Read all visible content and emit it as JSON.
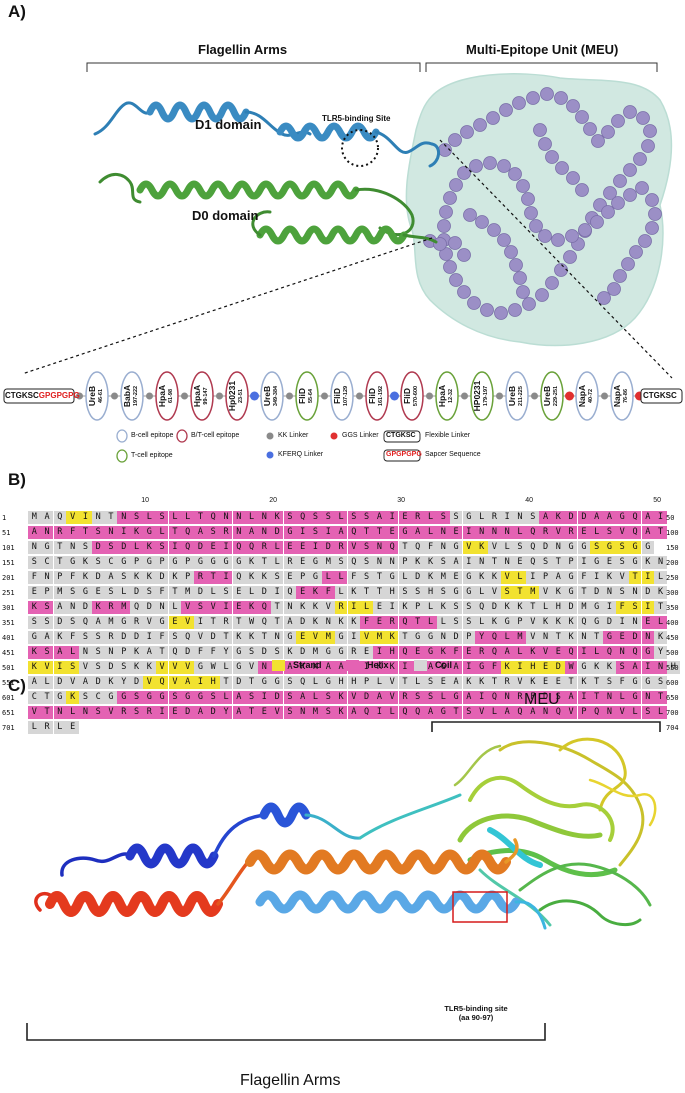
{
  "panels": {
    "a": "A)",
    "b": "B)",
    "c": "C)"
  },
  "panelA": {
    "flagellin_arms": "Flagellin Arms",
    "meu": "Multi-Epitope Unit (MEU)",
    "d1": "D1 domain",
    "d0": "D0 domain",
    "tlr5": "TLR5-binding Site",
    "left_cap": "CTGKSC",
    "left_sp": "GPGPGPG",
    "right_cap": "CTGKSC",
    "epitopes": [
      {
        "name": "UreB",
        "range": "46-61",
        "type": "B"
      },
      {
        "name": "BabA",
        "range": "197-222",
        "type": "B"
      },
      {
        "name": "HpaA",
        "range": "61-98",
        "type": "BT"
      },
      {
        "name": "HpaA",
        "range": "99-147",
        "type": "BT"
      },
      {
        "name": "Hp0231",
        "range": "23-51",
        "type": "BT"
      },
      {
        "name": "UreB",
        "range": "349-384",
        "type": "B"
      },
      {
        "name": "FliD",
        "range": "55-64",
        "type": "T"
      },
      {
        "name": "FliD",
        "range": "107-129",
        "type": "B"
      },
      {
        "name": "FliD",
        "range": "161-192",
        "type": "BT"
      },
      {
        "name": "FliD",
        "range": "570-600",
        "type": "BT"
      },
      {
        "name": "HpaA",
        "range": "12-32",
        "type": "T"
      },
      {
        "name": "HP0231",
        "range": "179-197",
        "type": "T"
      },
      {
        "name": "UreB",
        "range": "211-225",
        "type": "B"
      },
      {
        "name": "UreB",
        "range": "229-251",
        "type": "T"
      },
      {
        "name": "NapA",
        "range": "40-72",
        "type": "B"
      },
      {
        "name": "NapA",
        "range": "76-86",
        "type": "B"
      }
    ],
    "linkers": [
      "KK",
      "KK",
      "KK",
      "KK",
      "KK",
      "KFERQ",
      "KK",
      "KK",
      "KK",
      "KFERQ",
      "KK",
      "KK",
      "KK",
      "KK",
      "GGS",
      "KK",
      "GGS"
    ],
    "legend": {
      "b_cell": "B-cell epitope",
      "bt_cell": "B/T-cell epitope",
      "t_cell": "T-cell epitope",
      "kk": "KK Linker",
      "kferq": "KFERQ Linker",
      "ggs": "GGS Linker",
      "flex_box": "CTGKSC",
      "flex": "Flexible Linker",
      "spacer_box": "GPGPGPG",
      "spacer": "Sapcer Sequence"
    },
    "colors": {
      "b": "#9aaed0",
      "bt": "#b03a50",
      "t": "#6aa23a",
      "kk": "#8a8a8a",
      "kferq": "#4a6fe0",
      "ggs": "#e03030"
    }
  },
  "panelB": {
    "ticks": [
      "10",
      "20",
      "30",
      "40",
      "50"
    ],
    "rows": [
      {
        "start": "1",
        "end": "50",
        "seq": "MAQVINTNSLSLLTQNNLNKSQSSLSSAIERLSSGLRINSAKDDAAGQAI",
        "ss": "CCCEECCHHHHHHHHHHHHHHHHHHHHHHHHHHCCCCCCCHHHHHHHHHH"
      },
      {
        "start": "51",
        "end": "100",
        "seq": "ANRFTSNIKGLTQASRNANDGISIAQTTEGALNEINNNLQRVRELSVQAT",
        "ss": "HHHHHHHHHHHHHHHHHHHHHHHHHHHHHHHHHHHHHHHHHHHHHHHHHH"
      },
      {
        "start": "101",
        "end": "150",
        "seq": "NGTNSDSDLKSIQDEIQQRLEEIDRVSNQTQFNGVKVLSQDNGGSGSGG",
        "ss": "CCCCCHHHHHHHHHHHHHHHHHHHHHHHHCCCCCEECCCCCCCCEEEEC"
      },
      {
        "start": "151",
        "end": "200",
        "seq": "SCTGKSCGPGPGPGGGGKTLREGMSQSNNPKKSAINTNEQSTPIGESGKN",
        "ss": "CCCCCCCCCCCCCCCCCCCCCCCCCCCCCCCCCCCCCCCCCCCCCCCCCC"
      },
      {
        "start": "201",
        "end": "250",
        "seq": "FNPFKDASKKDKPRTIQKKSEPGLLFSTGLDKMEGKKVLIPAGFIKVTIL",
        "ss": "CCCCCCCCCCCCCHHHCCCCCCCHHCCCCCCCCCCCCEECCCCCCCCEEC"
      },
      {
        "start": "251",
        "end": "300",
        "seq": "EPMSGESLDSFTMDLSELDIQEKFLKTTHSSHSGGLVSTMVKGTDNSNDK",
        "ss": "CCCCCCCCCCCCCCCCCCCCCHHHCCCCCCCCCCCCCEEECCCCCCCCCC"
      },
      {
        "start": "301",
        "end": "350",
        "seq": "KSANDKRMQDNLVSVIEKQTNKKVRILEIKPLKSSQDKKTLHDMGIFSIT",
        "ss": "HHCCCHHHCCCCHHHHHHHCCCCCEEECCCCCCCCCCCCCCCCCCCEEEC"
      },
      {
        "start": "351",
        "end": "400",
        "seq": "SSDSQAMGRVGEVITRTWQTADKNKKFERQTLLSSLKGPVKKKQGDINEL",
        "ss": "CCCCCCCCCCCEECCCCCCCCCCCCCHHHHHHCCCCCCCCCCCCCCCCHH"
      },
      {
        "start": "401",
        "end": "450",
        "seq": "GAKFSSRDDIFSQVDTKKTNGEVMGIVMKTGGNDPYQLMVNTKNTGEDNK",
        "ss": "CCCCCCCCCCCCCCCCCCCCCEEECCEEECCCCCCHHHHCCCCCCHHHHC"
      },
      {
        "start": "451",
        "end": "500",
        "seq": "KSALNSNPKATQDFFYGSDSKDMGGREIHQEGKFERQALKVEQILQNQGY",
        "ss": "HHHHCCCCCCCCCCCCCCCCCCCCCCCHHHHHHHHHHHHHHHHHHHHHHCC"
      },
      {
        "start": "501",
        "end": "550",
        "seq": "KVISVSDSKKVVVGWLGVNSAKKAALIKKIEAGAIGFKIHEDWGKKSAINH",
        "ss": "EEEECCCCCCEEECCCCCHHHHHHHHHHHHHHHHHHHEEEEEHCCCHHHH"
      },
      {
        "start": "551",
        "end": "600",
        "seq": "ALDVADKYDVQVAIHTDTGGSQLGHHPLVTLSEAKKTRVKEETKTSFGGS",
        "ss": "CCCCCCCCCEEEEEECCCCCCCCCCCCCCCCCCCCCCCCCCCCCCCCCCCC"
      },
      {
        "start": "601",
        "end": "650",
        "seq": "CTGKSCGGSGGSGGSLASIDSALSKVDAVRSSLGAIQNRFDSAITNLGNT",
        "ss": "CCCECCCHHHHHHHHHHHHHHHHHHHHHHHHHHHHHHHHHHHHHHHHHHH"
      },
      {
        "start": "651",
        "end": "700",
        "seq": "VTNLNSVRSRIEDADYATEVSNMSKAQILQQAGTSVLAQANQVPQNVLSL",
        "ss": "HHHHHHHHHHHHHHHHHHHHHHHHHHHHHHHHHHHHHHHHHHHHHHHHHH"
      },
      {
        "start": "701",
        "end": "704",
        "seq": "LRLE",
        "ss": "CCCC"
      }
    ],
    "legend": {
      "strand": "Strand",
      "helix": "Helix",
      "coil": "Coil"
    },
    "colors": {
      "strand": "#f2e230",
      "helix": "#e462b3",
      "coil": "#d6d6d6"
    }
  },
  "panelC": {
    "meu": "MEU",
    "tlr5_1": "TLR5-binding site",
    "tlr5_2": "(aa 90-97)",
    "flagellin_arms": "Flagellin Arms"
  }
}
